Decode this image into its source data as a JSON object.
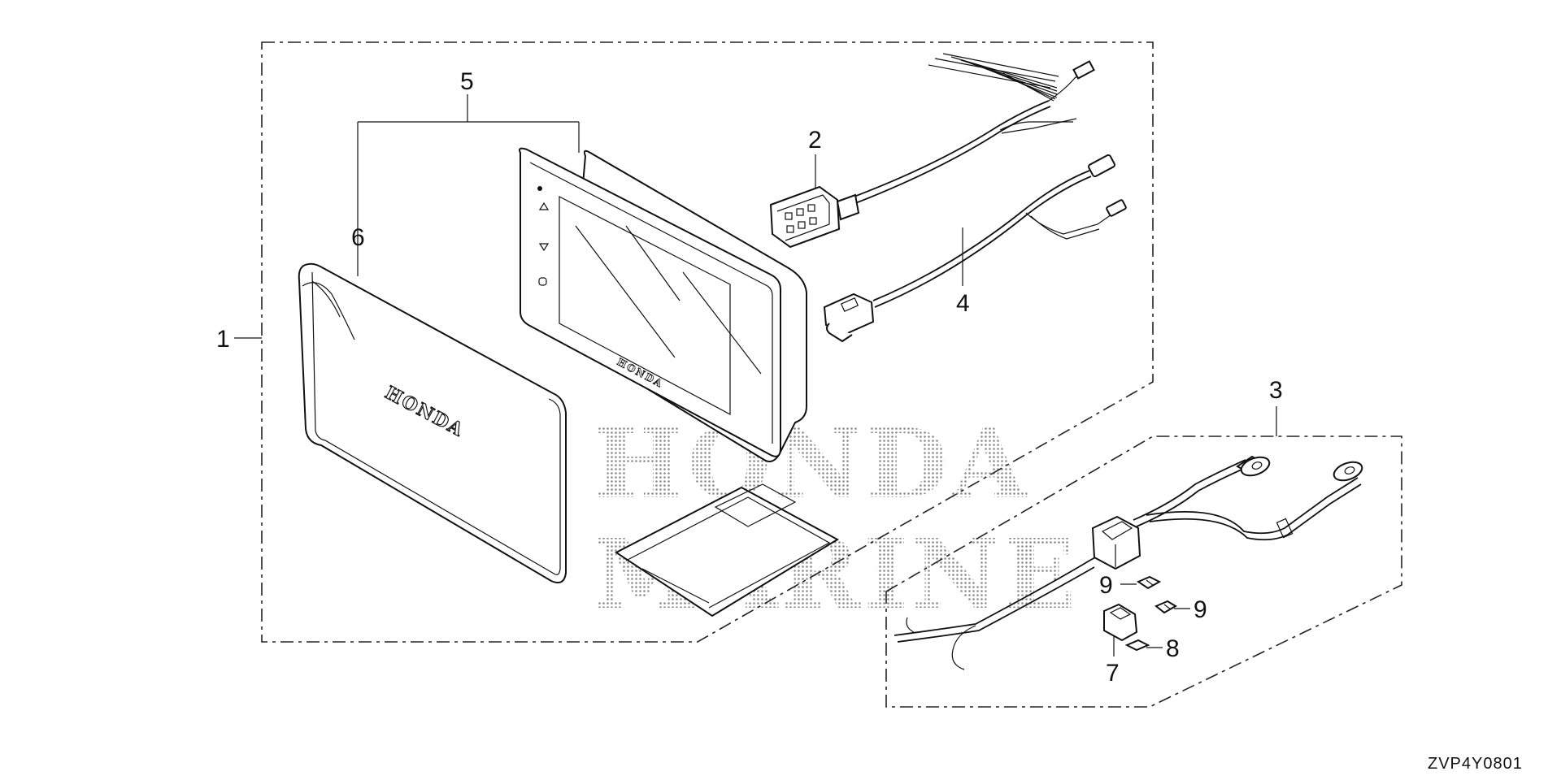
{
  "diagram": {
    "watermark": [
      "HONDA",
      "MARINE"
    ],
    "cover_logo": "HONDA",
    "display_logo": "HONDA",
    "drawing_code": "ZVP4Y0801",
    "callouts": {
      "c1": "1",
      "c2": "2",
      "c3": "3",
      "c4": "4",
      "c5": "5",
      "c6": "6",
      "c7": "7",
      "c8": "8",
      "c9a": "9",
      "c9b": "9"
    }
  }
}
